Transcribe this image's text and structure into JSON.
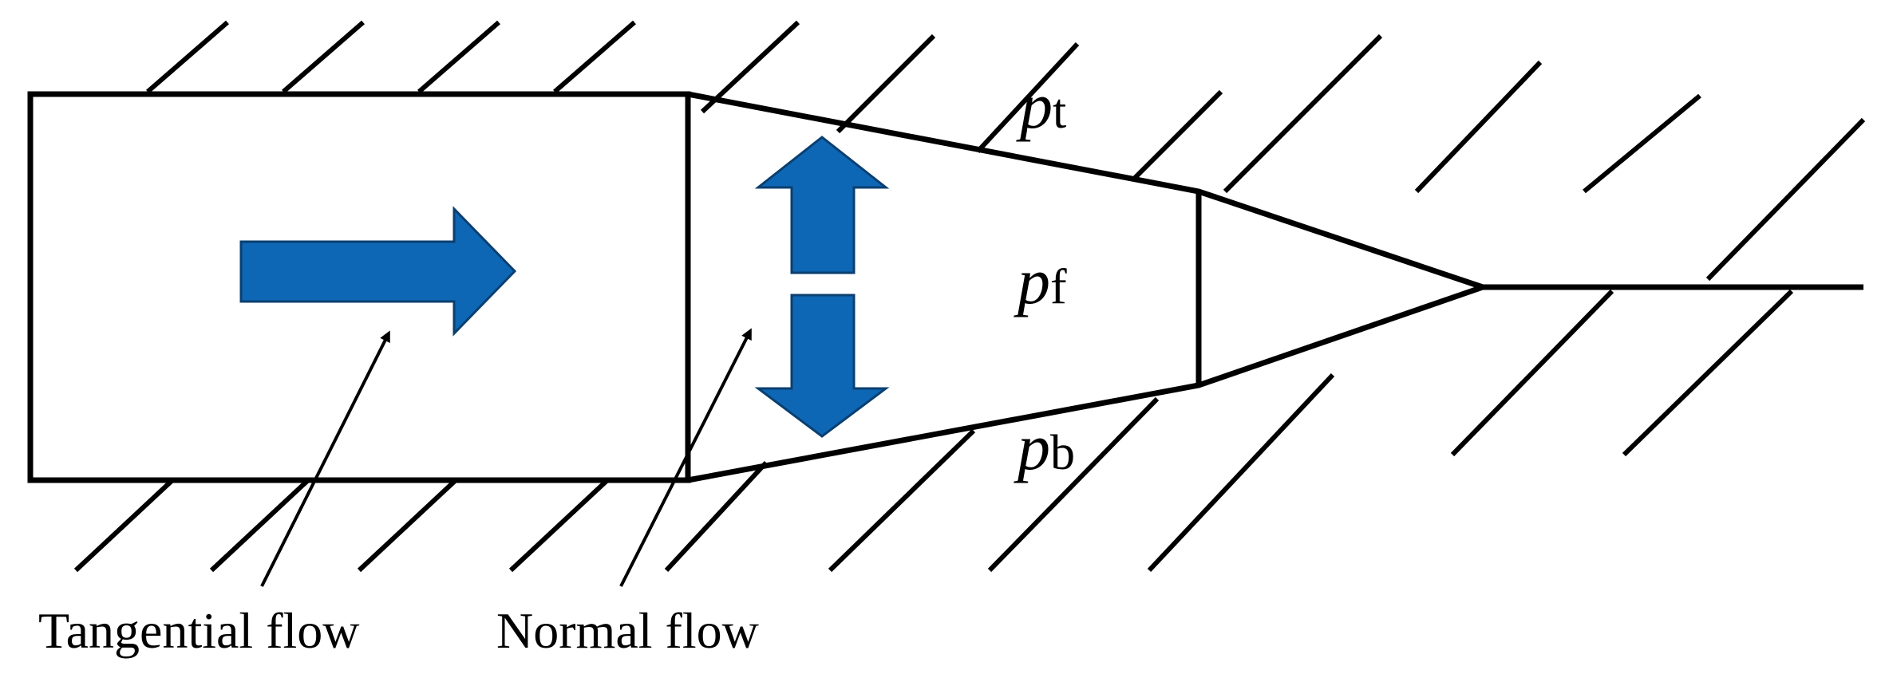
{
  "labels": {
    "p_t": {
      "base": "p",
      "sub": "t"
    },
    "p_f": {
      "base": "p",
      "sub": "f"
    },
    "p_b": {
      "base": "p",
      "sub": "b"
    }
  },
  "captions": {
    "tangential": "Tangential flow",
    "normal": "Normal flow"
  },
  "colors": {
    "arrow_fill": "#0E67B5",
    "arrow_stroke": "#0A3F70",
    "line": "#000000"
  }
}
